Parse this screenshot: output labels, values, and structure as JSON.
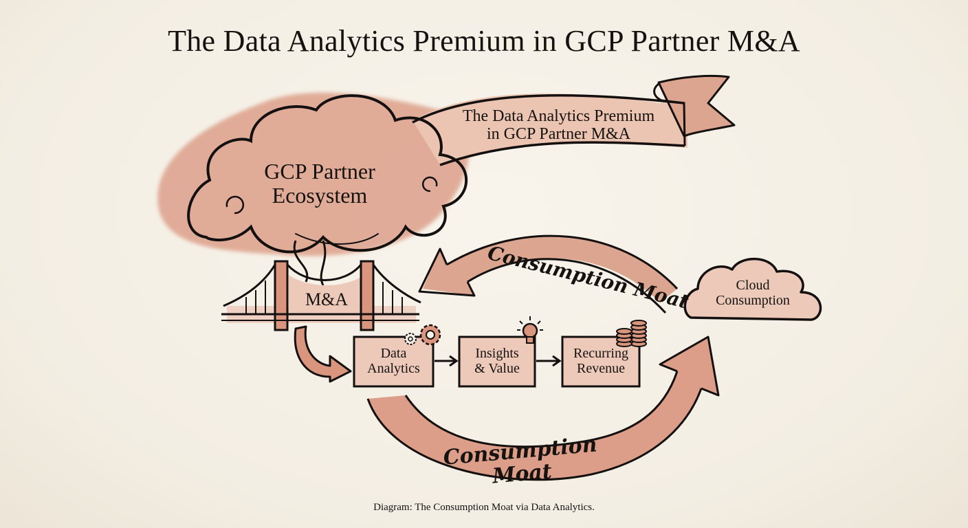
{
  "title": "The Data Analytics Premium in GCP Partner M&A",
  "banner": {
    "line1": "The Data Analytics Premium",
    "line2": "in GCP Partner M&A"
  },
  "main_cloud": {
    "line1": "GCP Partner",
    "line2": "Ecosystem"
  },
  "bridge": {
    "label": "M&A"
  },
  "flow": [
    {
      "line1": "Data",
      "line2": "Analytics",
      "icon": "gears-icon"
    },
    {
      "line1": "Insights",
      "line2": "& Value",
      "icon": "lightbulb-icon"
    },
    {
      "line1": "Recurring",
      "line2": "Revenue",
      "icon": "coins-icon"
    }
  ],
  "side_cloud": {
    "line1": "Cloud",
    "line2": "Consumption"
  },
  "moat_top": {
    "label": "Consumption Moat"
  },
  "moat_bottom": {
    "label": "Consumption Moat"
  },
  "caption": "Diagram: The Consumption Moat via Data Analytics.",
  "colors": {
    "wash": "#d9957e",
    "wash_light": "#ecc9b9",
    "ink": "#141010",
    "paper": "#f5f0e6"
  }
}
